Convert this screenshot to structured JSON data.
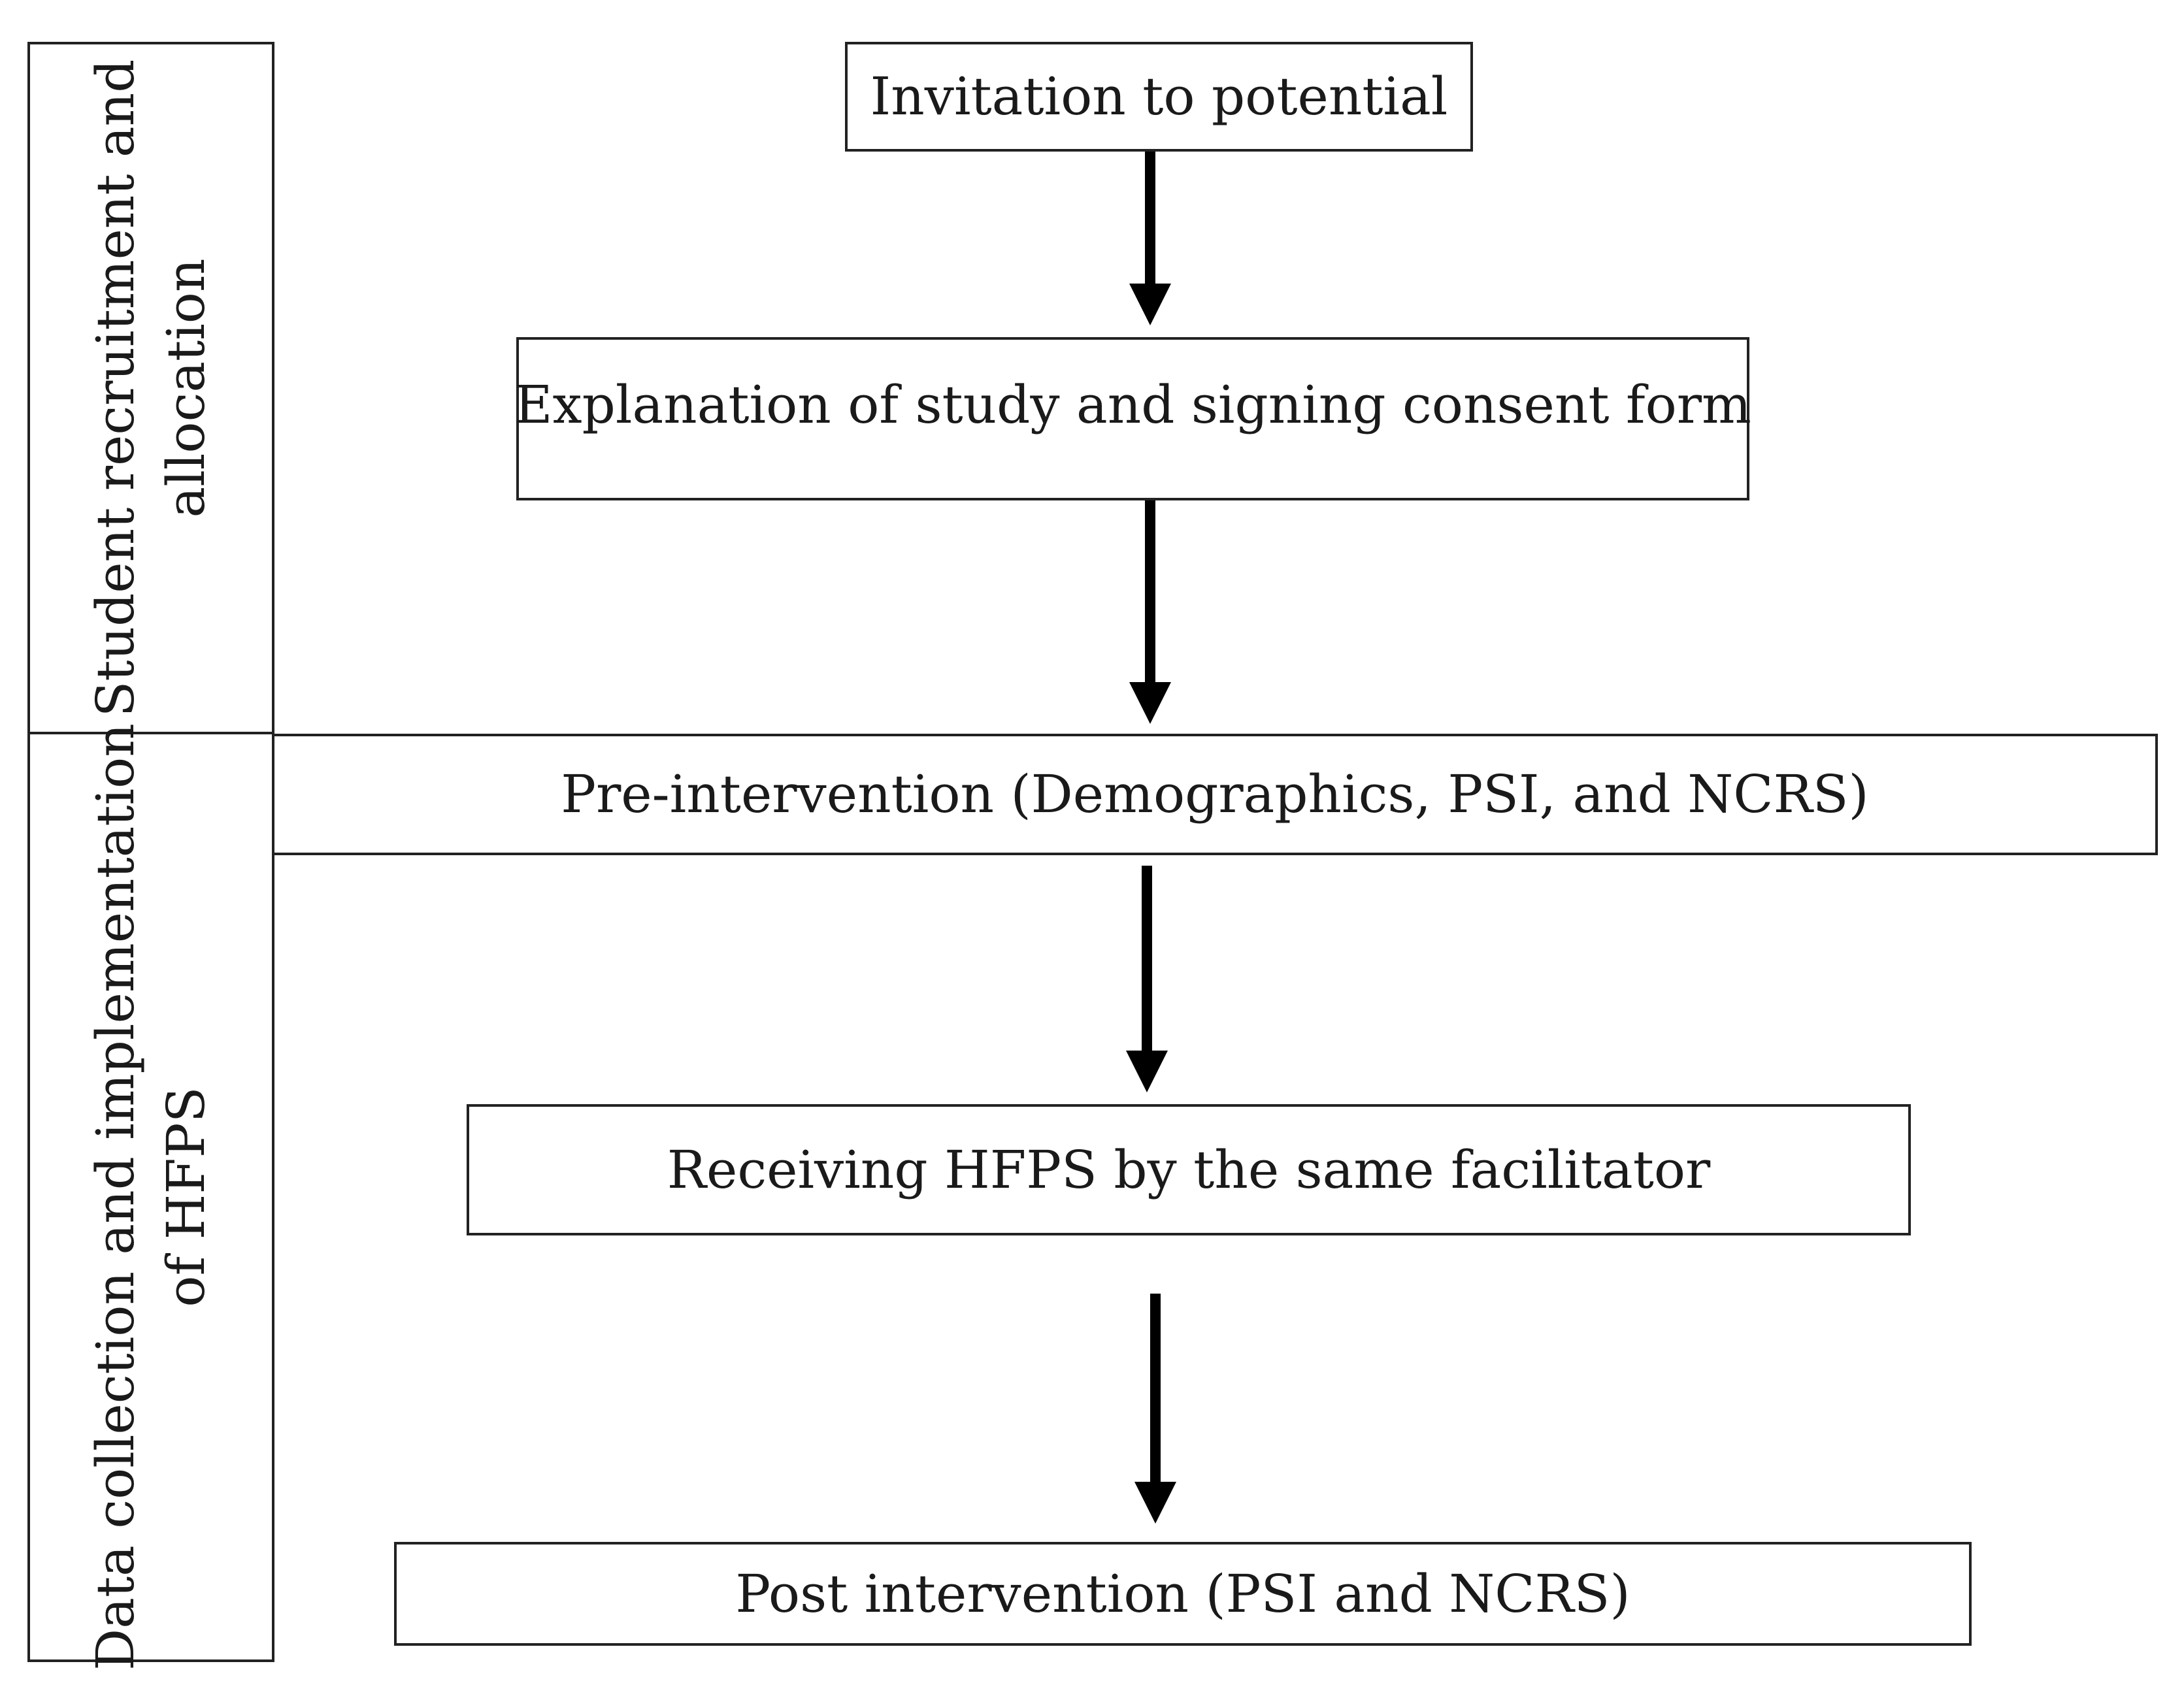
{
  "diagram": {
    "sections": [
      {
        "lines": [
          "Student recruitment and",
          "allocation"
        ]
      },
      {
        "lines": [
          "Data collection and implementation",
          "of HFPS"
        ]
      }
    ],
    "steps": [
      {
        "label": "Invitation to potential"
      },
      {
        "label": "Explanation of study and signing consent form"
      },
      {
        "label": "Pre-intervention (Demographics, PSI, and NCRS)"
      },
      {
        "label": "Receiving HFPS by the same facilitator"
      },
      {
        "label": "Post intervention (PSI and NCRS)"
      }
    ],
    "colors": {
      "line": "#222222",
      "arrow": "#000000",
      "text": "#1a1a1a",
      "background": "#ffffff"
    }
  }
}
